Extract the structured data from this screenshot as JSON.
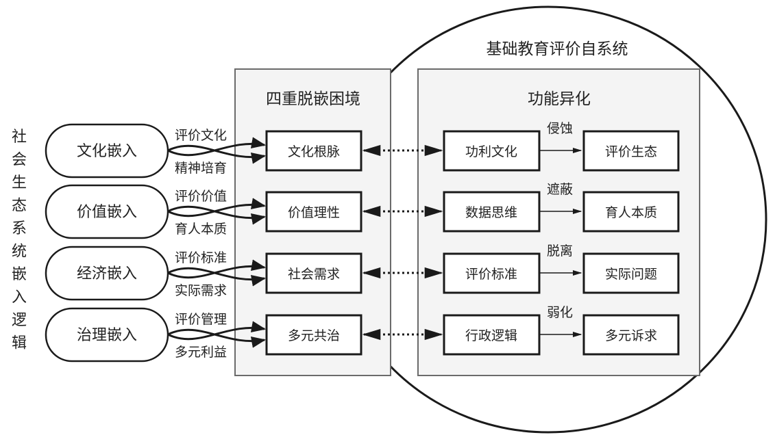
{
  "left_label": "社会生态系统嵌入逻辑",
  "system_title": "基础教育评价自系统",
  "middle_panel": {
    "title": "四重脱嵌困境",
    "items": [
      "文化根脉",
      "价值理性",
      "社会需求",
      "多元共治"
    ]
  },
  "right_panel": {
    "title": "功能异化",
    "rows": [
      {
        "source": "功利文化",
        "verb": "侵蚀",
        "target": "评价生态"
      },
      {
        "source": "数据思维",
        "verb": "遮蔽",
        "target": "育人本质"
      },
      {
        "source": "评价标准",
        "verb": "脱离",
        "target": "实际问题"
      },
      {
        "source": "行政逻辑",
        "verb": "弱化",
        "target": "多元诉求"
      }
    ]
  },
  "embeddings": [
    {
      "label": "文化嵌入",
      "upper": "评价文化",
      "lower": "精神培育"
    },
    {
      "label": "价值嵌入",
      "upper": "评价价值",
      "lower": "育人本质"
    },
    {
      "label": "经济嵌入",
      "upper": "评价标准",
      "lower": "实际需求"
    },
    {
      "label": "治理嵌入",
      "upper": "评价管理",
      "lower": "多元利益"
    }
  ],
  "colors": {
    "stroke": "#1a1a1a",
    "panel_fill": "#f4f4f4",
    "panel_stroke": "#6a6a6a",
    "box_fill": "#ffffff"
  }
}
